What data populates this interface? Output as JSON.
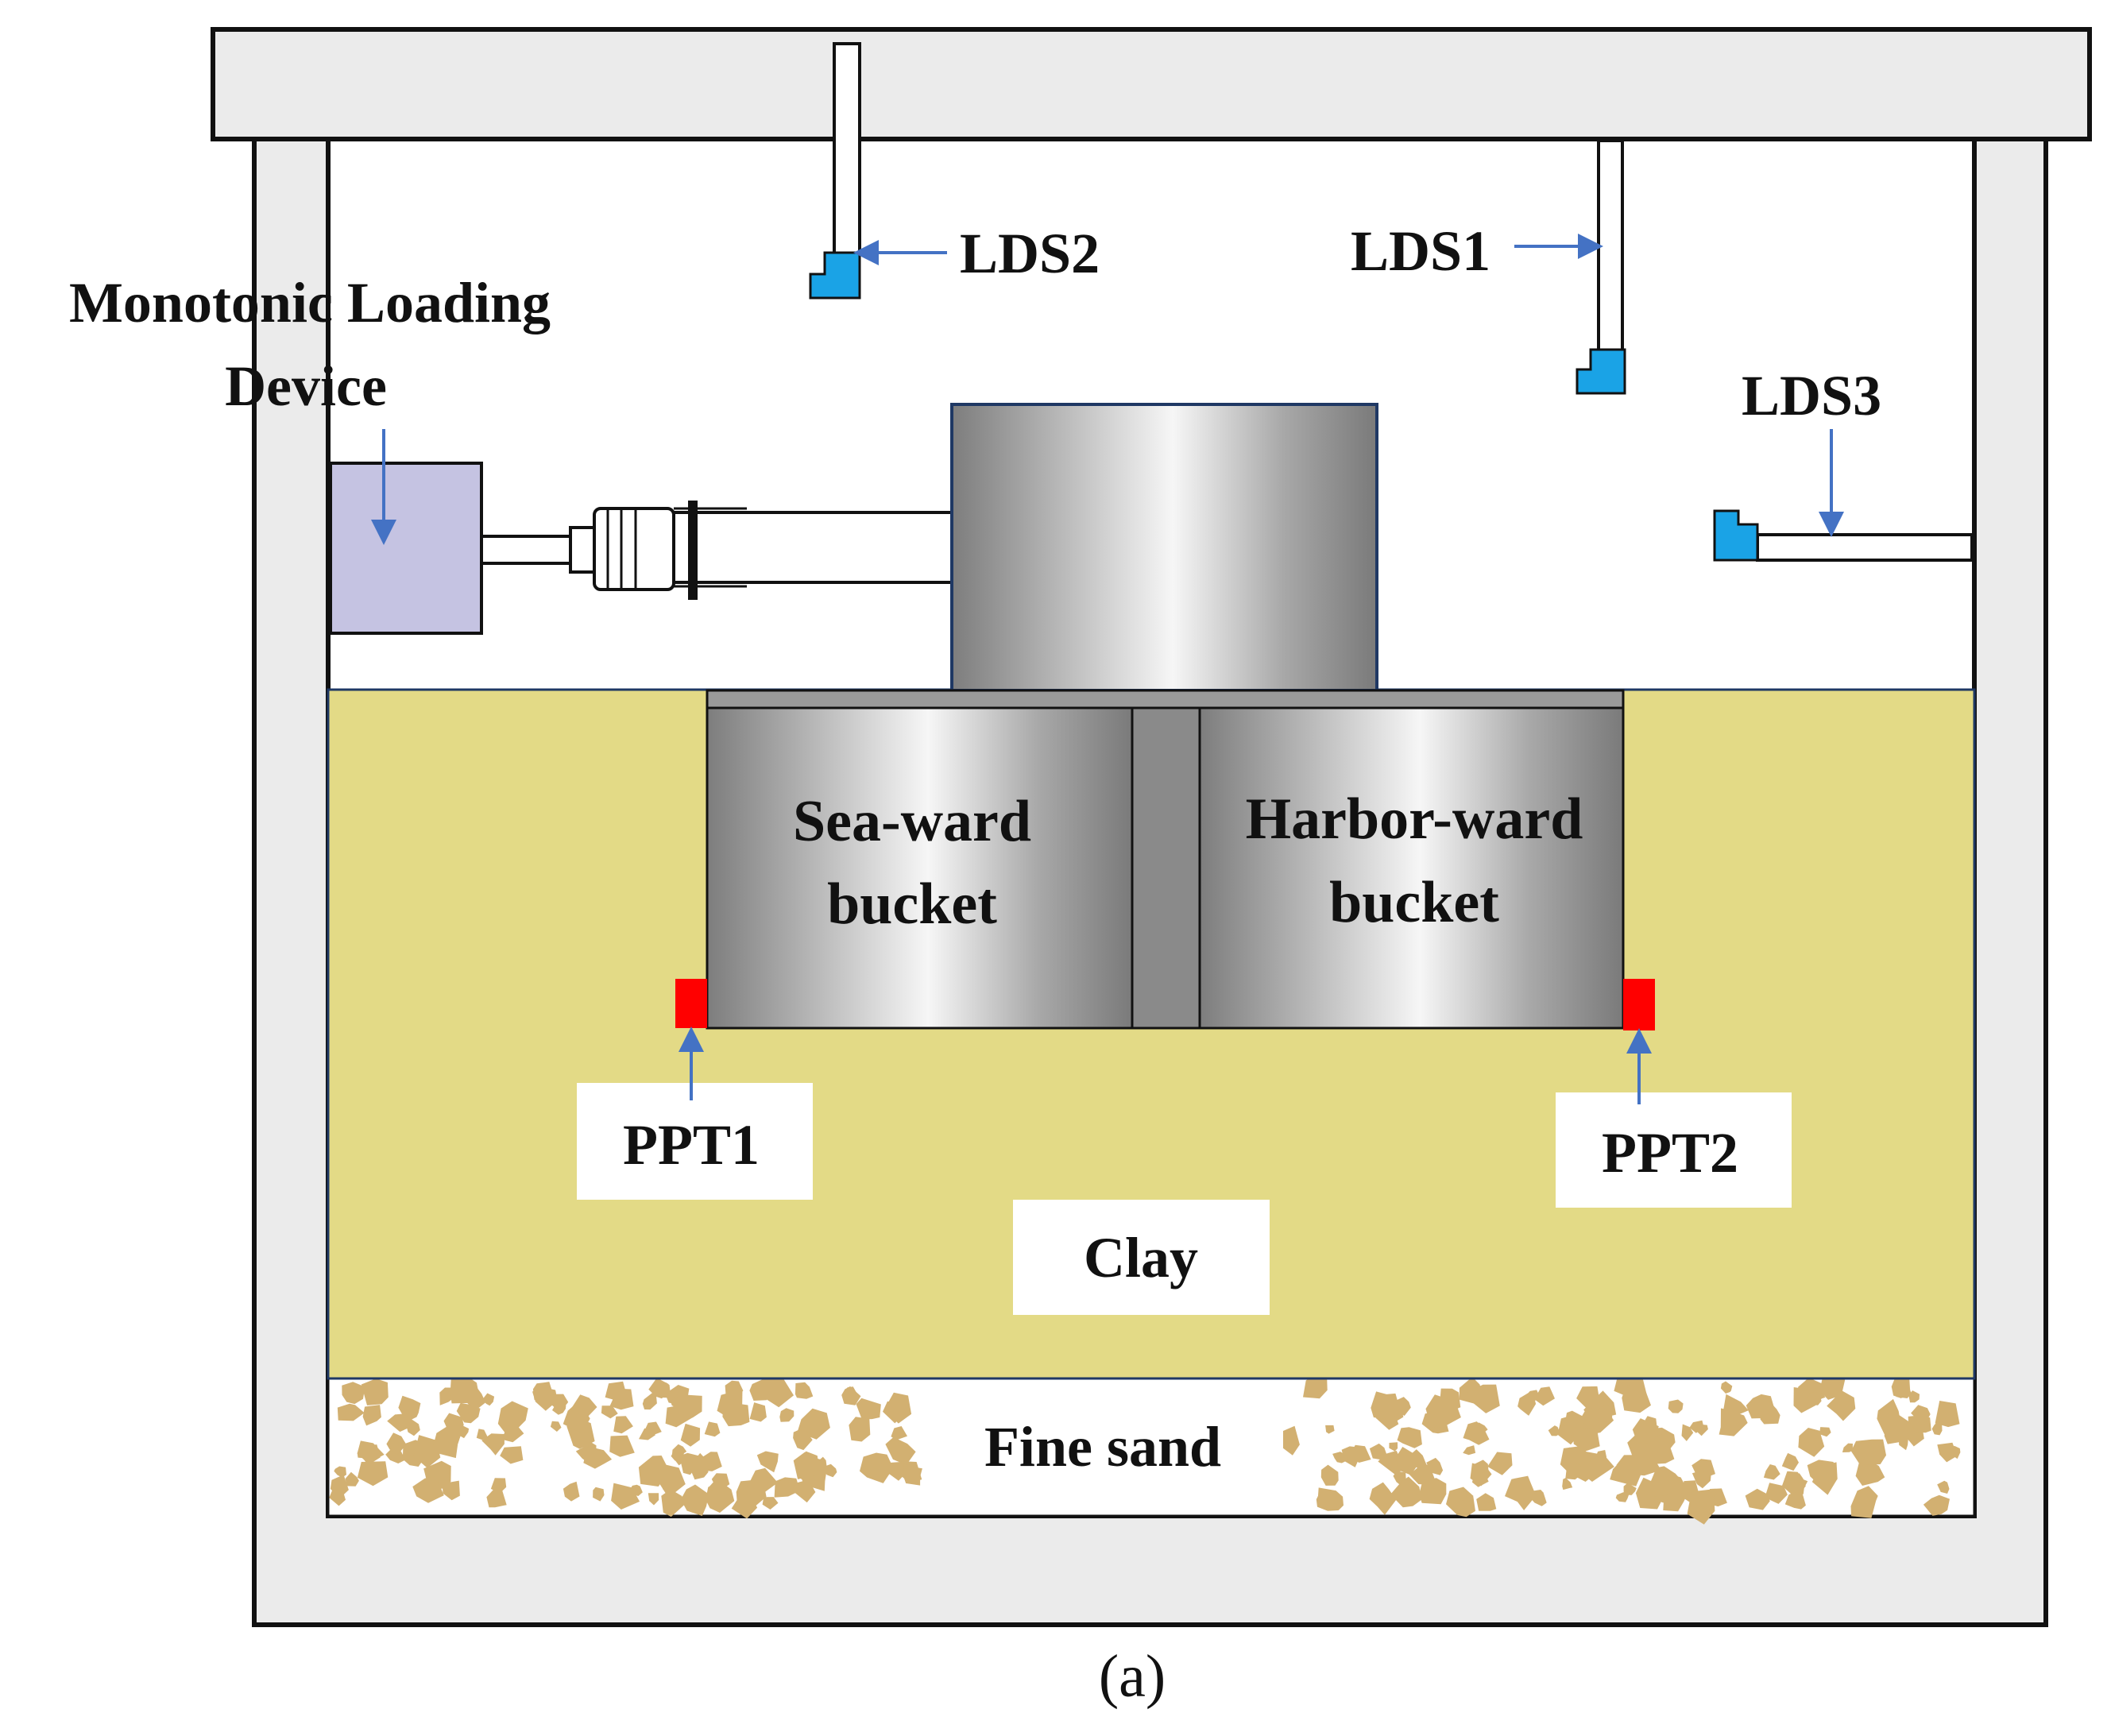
{
  "labels": {
    "loading_device_line1": "Monotonic Loading",
    "loading_device_line2": "Device",
    "lds1": "LDS1",
    "lds2": "LDS2",
    "lds3": "LDS3",
    "seaward_line1": "Sea-ward",
    "seaward_line2": "bucket",
    "harborward_line1": "Harbor-ward",
    "harborward_line2": "bucket",
    "ppt1": "PPT1",
    "ppt2": "PPT2",
    "clay": "Clay",
    "fine_sand": "Fine sand",
    "caption": "(a)"
  },
  "colors": {
    "frame_fill": "#ebebeb",
    "clay": "#e3da86",
    "sand_grain": "#d2b071",
    "sensor_blue": "#1aa3e6",
    "arrow_blue": "#4472c4",
    "ppt_red": "#ff0000",
    "device_purple": "#c5c3e2",
    "steel_dark": "#808080",
    "steel_light": "#f4f4f4"
  },
  "icons": {
    "lds_sensor": "laser-displacement-sensor-icon",
    "ppt_sensor": "pore-pressure-transducer-icon"
  }
}
